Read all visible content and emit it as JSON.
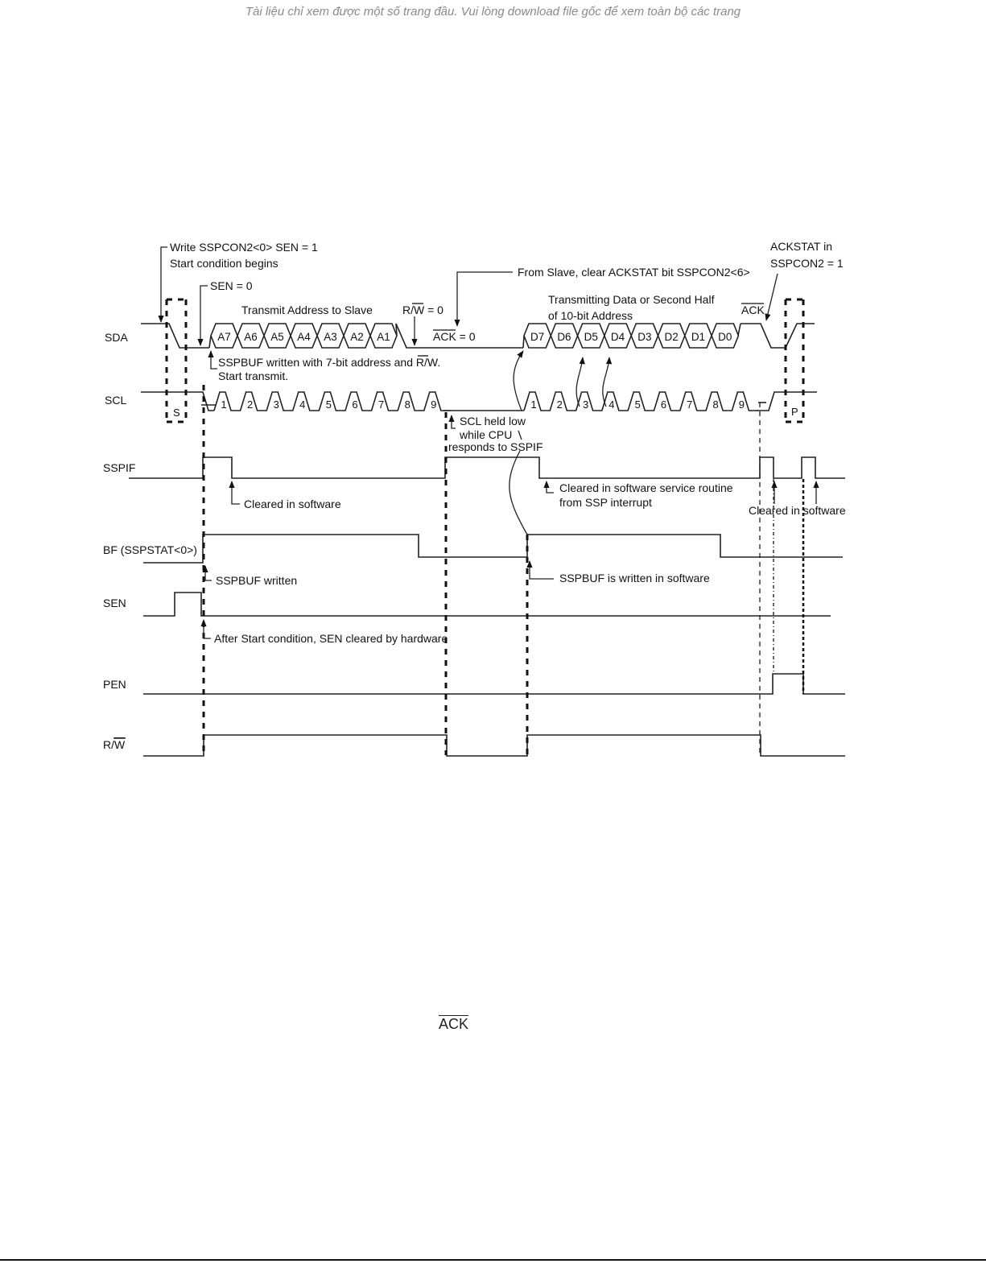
{
  "banner": "Tài liệu chỉ xem được một số trang đầu. Vui lòng download file gốc để xem toàn bộ các trang",
  "signals": {
    "sda": "SDA",
    "scl": "SCL",
    "sspif": "SSPIF",
    "bf": "BF (SSPSTAT<0>)",
    "sen": "SEN",
    "pen": "PEN",
    "rw_r": "R/",
    "rw_w": "W"
  },
  "address_bits": [
    "A7",
    "A6",
    "A5",
    "A4",
    "A3",
    "A2",
    "A1"
  ],
  "data_bits": [
    "D7",
    "D6",
    "D5",
    "D4",
    "D3",
    "D2",
    "D1",
    "D0"
  ],
  "clock_numbers": [
    "1",
    "2",
    "3",
    "4",
    "5",
    "6",
    "7",
    "8",
    "9"
  ],
  "markers": {
    "start": "S",
    "stop": "P"
  },
  "annotations": {
    "write_sen_1": "Write SSPCON2<0> SEN = 1",
    "write_sen_2": "Start condition begins",
    "sen_zero": "SEN = 0",
    "transmit_address": "Transmit Address to Slave",
    "rw_zero_r": "R/",
    "rw_zero_w": "W",
    "rw_zero_val": " = 0",
    "ack_label": "ACK",
    "ack_zero_val": " = 0",
    "from_slave": "From Slave, clear ACKSTAT bit SSPCON2<6>",
    "transmitting_1": "Transmitting Data or Second Half",
    "transmitting_2": "of 10-bit Address",
    "ackstat_1": "ACKSTAT in",
    "ackstat_2": "SSPCON2 = 1",
    "sspbuf_written_7bit_a": "SSPBUF written with 7-bit address and R/",
    "sspbuf_written_7bit_w": "W",
    "sspbuf_written_7bit_dot": ".",
    "start_transmit": "Start transmit.",
    "scl_held_1": "SCL held low",
    "scl_held_2": "while CPU",
    "scl_held_3": "responds to SSPIF",
    "cleared_software": "Cleared in software",
    "cleared_service_1": "Cleared in software service routine",
    "cleared_service_2": "from SSP interrupt",
    "cleared_software_right": "Cleared in software",
    "sspbuf_written": "SSPBUF written",
    "sspbuf_written_sw": "SSPBUF is written in software",
    "after_start": "After Start condition, SEN cleared by hardware"
  },
  "footer_label": "ACK"
}
